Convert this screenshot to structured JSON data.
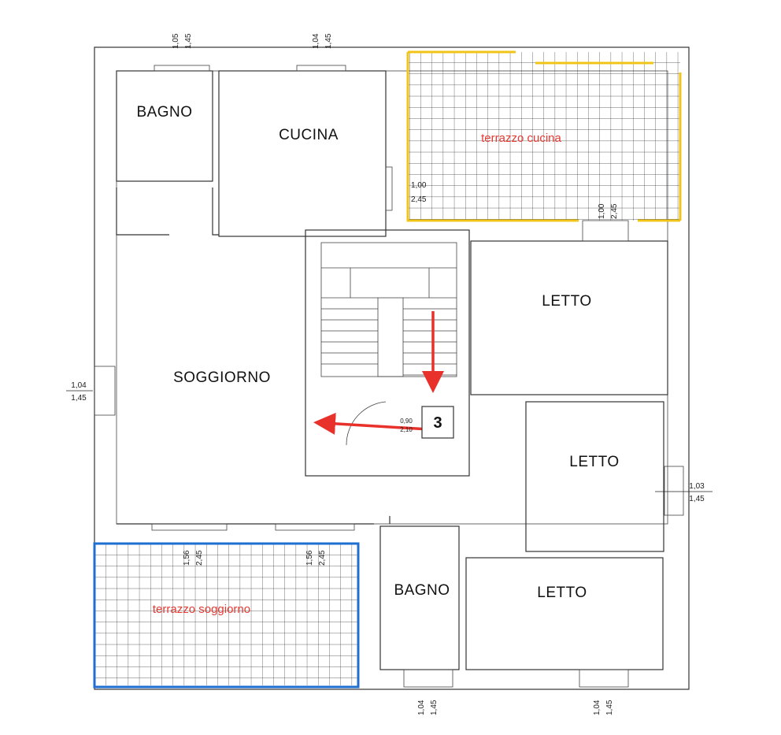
{
  "rooms": {
    "bagno_top": "BAGNO",
    "cucina": "CUCINA",
    "soggiorno": "SOGGIORNO",
    "letto_1": "LETTO",
    "letto_2": "LETTO",
    "letto_3": "LETTO",
    "bagno_bottom": "BAGNO"
  },
  "terraces": {
    "cucina": "terrazzo cucina",
    "soggiorno": "terrazzo soggiorno"
  },
  "windows": {
    "top_left": [
      "1,05",
      "1,45"
    ],
    "top_cucina": [
      "1,04",
      "1,45"
    ],
    "cucina_terrace": [
      "1,00",
      "2,45"
    ],
    "letto_terrace": [
      "1,00",
      "2,45"
    ],
    "left": [
      "1,04",
      "1,45"
    ],
    "right": [
      "1,03",
      "1,45"
    ],
    "soggiorno_1": [
      "1,56",
      "2,45"
    ],
    "soggiorno_2": [
      "1,56",
      "2,45"
    ],
    "bottom_bagno": [
      "1,04",
      "1,45"
    ],
    "bottom_letto": [
      "1,04",
      "1,45"
    ]
  },
  "entrance": {
    "door_width": "0,90",
    "door_height": "2,10",
    "unit_number": "3"
  },
  "colors": {
    "cucina_terrace_border": "#f0c419",
    "soggiorno_terrace_border": "#1f6fd1",
    "arrow": "#e8312a",
    "terrace_label": "#e43a32"
  }
}
